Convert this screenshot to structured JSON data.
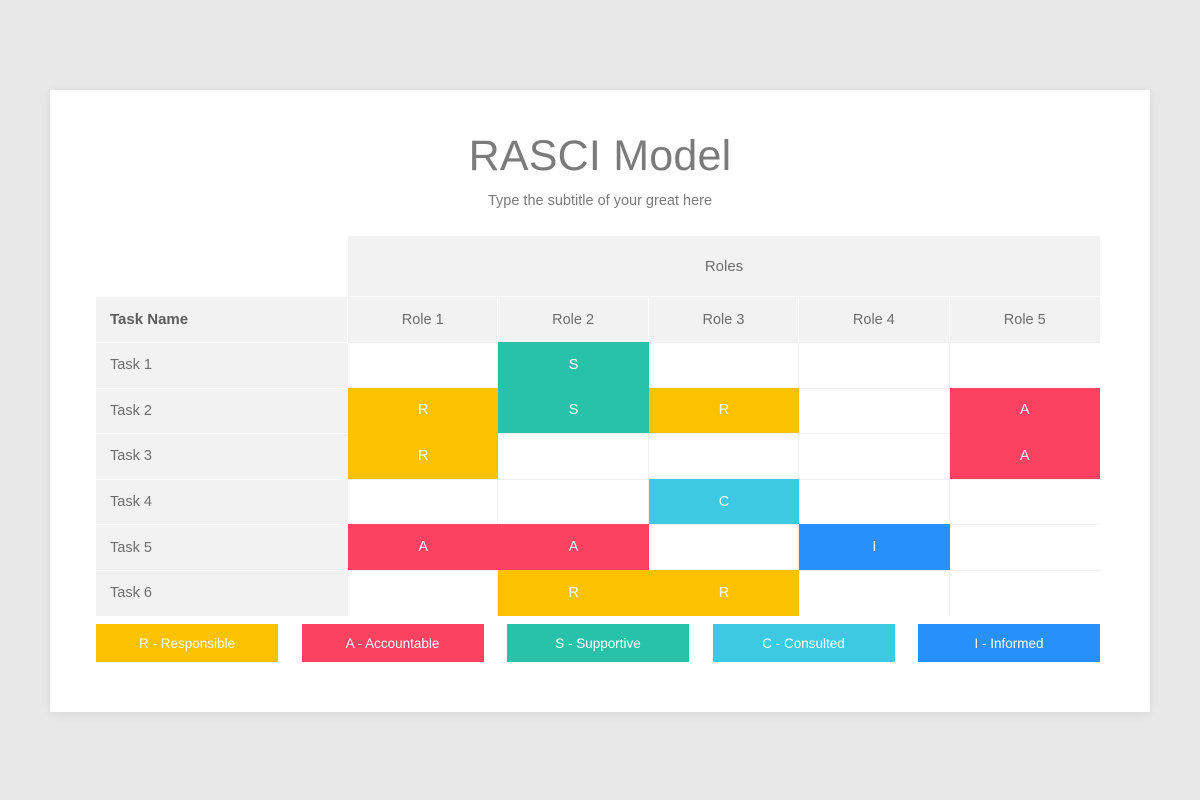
{
  "slide": {
    "title": "RASCI Model",
    "subtitle": "Type the subtitle of your great here"
  },
  "table": {
    "group_header": "Roles",
    "task_column_header": "Task Name",
    "role_headers": [
      "Role 1",
      "Role 2",
      "Role 3",
      "Role 4",
      "Role 5"
    ],
    "rows": [
      {
        "task": "Task 1",
        "cells": [
          "",
          "S",
          "",
          "",
          ""
        ]
      },
      {
        "task": "Task 2",
        "cells": [
          "R",
          "S",
          "R",
          "",
          "A"
        ]
      },
      {
        "task": "Task 3",
        "cells": [
          "R",
          "",
          "",
          "",
          "A"
        ]
      },
      {
        "task": "Task 4",
        "cells": [
          "",
          "",
          "C",
          "",
          ""
        ]
      },
      {
        "task": "Task 5",
        "cells": [
          "A",
          "A",
          "",
          "I",
          ""
        ]
      },
      {
        "task": "Task 6",
        "cells": [
          "",
          "R",
          "R",
          "",
          ""
        ]
      }
    ]
  },
  "legend": {
    "items": [
      {
        "code": "R",
        "label": "R - Responsible",
        "color": "#fcc200"
      },
      {
        "code": "A",
        "label": "A - Accountable",
        "color": "#fb4260"
      },
      {
        "code": "S",
        "label": "S - Supportive",
        "color": "#28c2a8"
      },
      {
        "code": "C",
        "label": "C - Consulted",
        "color": "#3ec9e3"
      },
      {
        "code": "I",
        "label": "I - Informed",
        "color": "#2790fa"
      }
    ]
  },
  "colors": {
    "page_background": "#e8e8e8",
    "card_background": "#ffffff",
    "header_background": "#f2f2f2",
    "text_muted": "#6e6e6e",
    "R": "#fcc200",
    "A": "#fb4260",
    "S": "#28c2a8",
    "C": "#3ec9e3",
    "I": "#2790fa"
  }
}
